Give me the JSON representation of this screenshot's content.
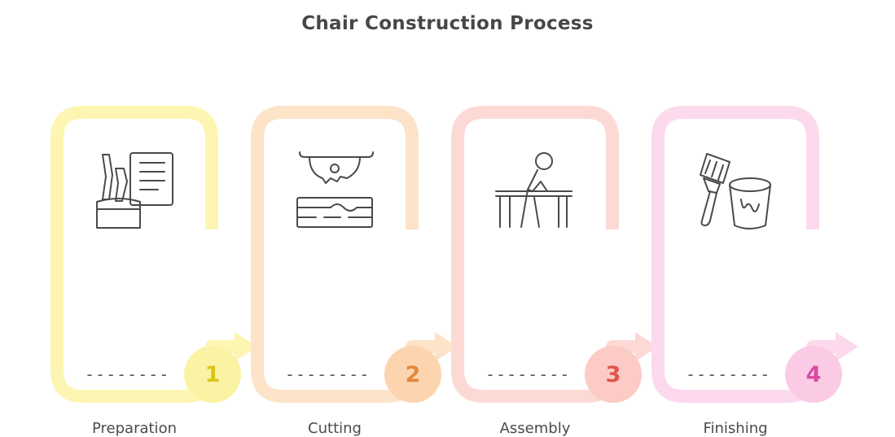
{
  "title": "Chair Construction Process",
  "colors": {
    "step1_track": "#fdf6b2",
    "step1_badge": "#fbf3a4",
    "step1_num": "#d9c41a",
    "step2_track": "#fde3c8",
    "step2_badge": "#fcd5b0",
    "step2_num": "#e5873a",
    "step3_track": "#fdd9d6",
    "step3_badge": "#fccbc6",
    "step3_num": "#e0544d",
    "step4_track": "#fcd9ec",
    "step4_badge": "#fbcbe5",
    "step4_num": "#d84ba5"
  },
  "steps": [
    {
      "number": "1",
      "label": "Preparation",
      "placeholder": "--------",
      "icon": "tools-and-notes-icon"
    },
    {
      "number": "2",
      "label": "Cutting",
      "placeholder": "--------",
      "icon": "saw-blade-and-plank-icon"
    },
    {
      "number": "3",
      "label": "Assembly",
      "placeholder": "--------",
      "icon": "person-at-workbench-icon"
    },
    {
      "number": "4",
      "label": "Finishing",
      "placeholder": "--------",
      "icon": "paintbrush-and-can-icon"
    }
  ]
}
